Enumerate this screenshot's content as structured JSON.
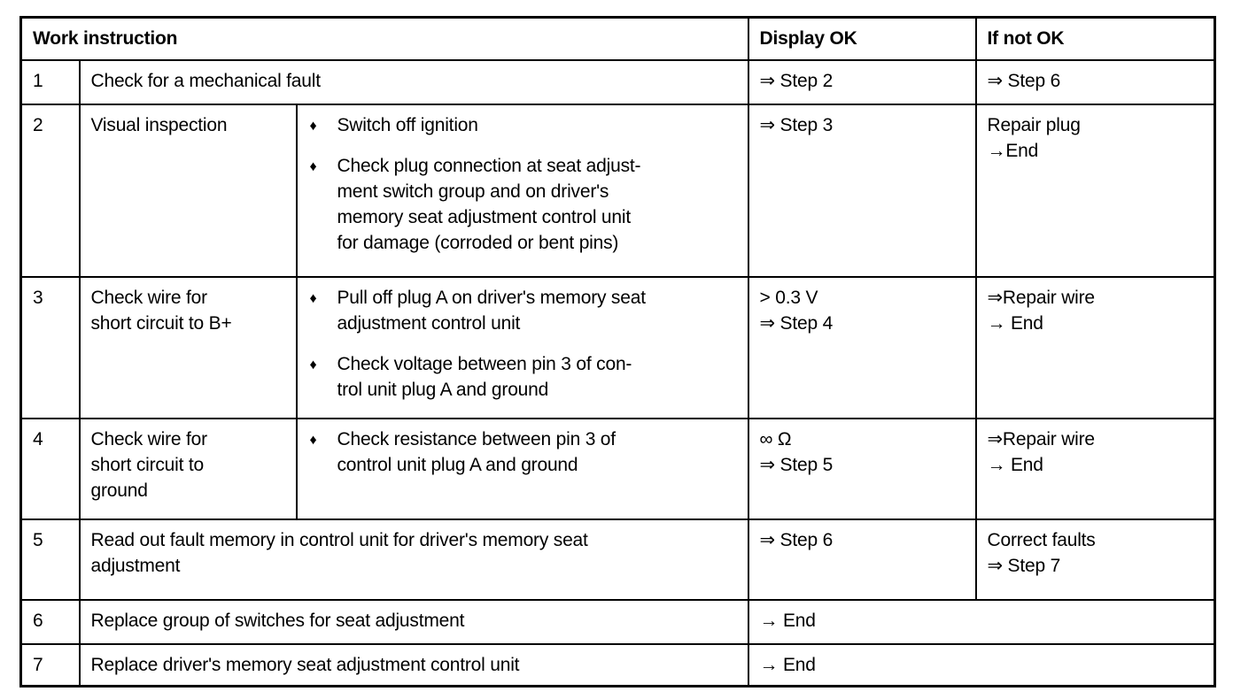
{
  "bullet_char": "♦",
  "table": {
    "header": {
      "work_instruction": "Work instruction",
      "display_ok": "Display OK",
      "if_not_ok": "If not OK"
    },
    "rows": [
      {
        "step": "1",
        "instruction": "Check for a mechanical fault",
        "display_ok": "⇒ Step 2",
        "if_not_ok": "⇒ Step 6"
      },
      {
        "step": "2",
        "instruction": "Visual inspection",
        "details": [
          "Switch off ignition",
          "Check plug connection at seat adjust-\nment switch group and on driver's\nmemory seat adjustment control unit\nfor damage (corroded or bent pins)"
        ],
        "display_ok": "⇒ Step 3",
        "if_not_ok": "Repair plug\n→End"
      },
      {
        "step": "3",
        "instruction": "Check wire for\nshort circuit to B+",
        "details": [
          "Pull off plug A on driver's memory seat\nadjustment control unit",
          "Check voltage between pin 3 of con-\ntrol unit plug A and ground"
        ],
        "display_ok": "> 0.3 V\n⇒ Step 4",
        "if_not_ok": "⇒Repair wire\n→ End"
      },
      {
        "step": "4",
        "instruction": "Check wire for\nshort circuit to\nground",
        "details": [
          "Check resistance between pin 3 of\ncontrol unit plug A and ground"
        ],
        "display_ok": "∞ Ω\n⇒ Step 5",
        "if_not_ok": "⇒Repair wire\n→ End"
      },
      {
        "step": "5",
        "instruction": "Read out fault memory in control unit for driver's memory seat\nadjustment",
        "display_ok": "⇒ Step 6",
        "if_not_ok": "Correct faults\n⇒ Step 7"
      },
      {
        "step": "6",
        "instruction": "Replace group of switches for seat adjustment",
        "result": "→ End"
      },
      {
        "step": "7",
        "instruction": "Replace driver's memory seat adjustment control unit",
        "result": "→ End"
      }
    ]
  }
}
